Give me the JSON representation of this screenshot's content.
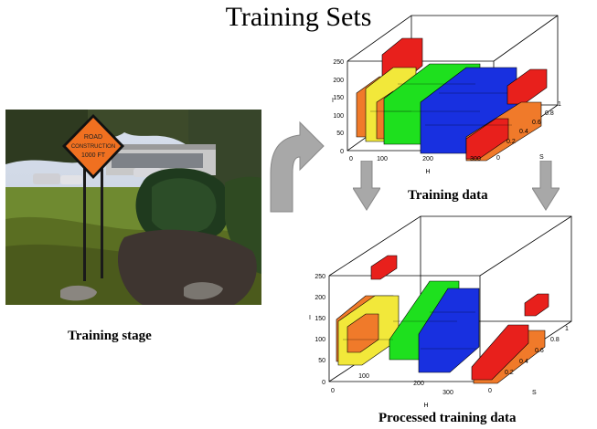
{
  "title": "Training Sets",
  "left_caption": "Training stage",
  "top_plot": {
    "caption": "Training data",
    "z_ticks": [
      "250",
      "200",
      "150",
      "100",
      "50",
      "0"
    ],
    "h_ticks": [
      "100",
      "200",
      "300"
    ],
    "s_ticks": [
      "0.2",
      "0.4",
      "0.6",
      "0.8",
      "1"
    ],
    "origin_labels": [
      "0",
      "0"
    ],
    "h_label": "H",
    "s_label": "S",
    "i_label": "I"
  },
  "bottom_plot": {
    "caption": "Processed training data",
    "z_ticks": [
      "250",
      "200",
      "150",
      "100",
      "50",
      "0"
    ],
    "h_ticks": [
      "100",
      "200",
      "300"
    ],
    "s_ticks": [
      "0.2",
      "0.4",
      "0.6",
      "0.8",
      "1"
    ],
    "origin_labels": [
      "0",
      "0"
    ],
    "h_label": "H",
    "s_label": "S",
    "i_label": "I"
  },
  "sign_text": [
    "ROAD",
    "CONSTRUCTION",
    "1000 FT"
  ],
  "colors": {
    "red": "#e8201c",
    "orange": "#f07a2a",
    "yellow": "#f2e83a",
    "green": "#1ee01e",
    "blue": "#1830e0",
    "arrow": "#a8a8a8"
  }
}
